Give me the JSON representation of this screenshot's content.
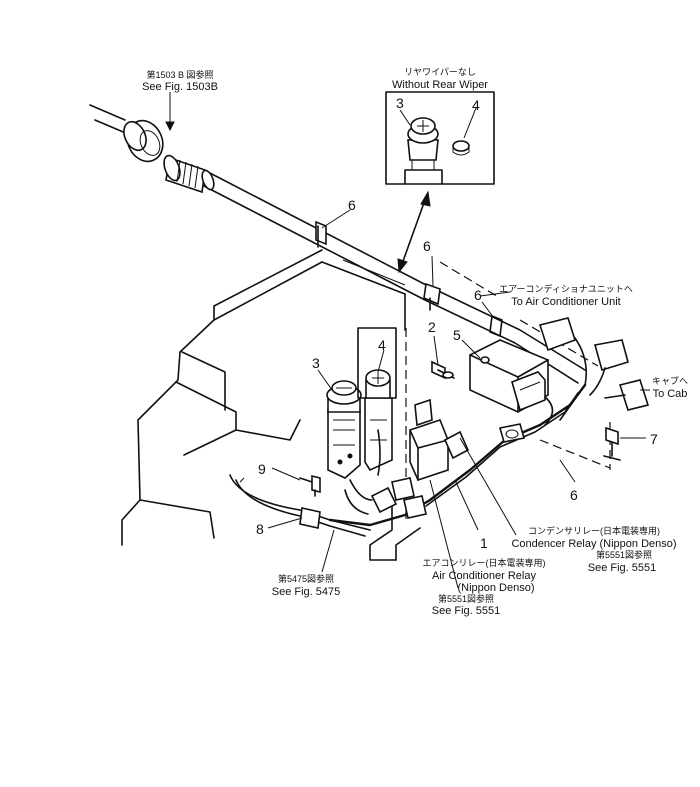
{
  "labels": {
    "fig1503_jp": "第1503 B 図参照",
    "fig1503_en": "See Fig. 1503B",
    "no_rear_wiper_jp": "リヤワイパーなし",
    "no_rear_wiper_en": "Without Rear Wiper",
    "ac_unit_jp": "エアーコンディショナユニットへ",
    "ac_unit_en": "To Air Conditioner Unit",
    "cab_jp": "キャブへ",
    "cab_en": "To Cab",
    "condenser_jp": "コンデンサリレー(日本電装専用)",
    "condenser_en": "Condencer Relay (Nippon Denso)",
    "fig5551a_jp": "第5551図参照",
    "fig5551a_en": "See Fig. 5551",
    "ac_relay_jp": "エアコンリレー(日本電装専用)",
    "ac_relay_en1": "Air Conditioner Relay",
    "ac_relay_en2": "(Nippon Denso)",
    "fig5551b_jp": "第5551図参照",
    "fig5551b_en": "See Fig. 5551",
    "fig5475_jp": "第5475図参照",
    "fig5475_en": "See Fig. 5475"
  },
  "part_numbers": {
    "inset_3": "3",
    "inset_4": "4",
    "clip_6a": "6",
    "clip_6b": "6",
    "clip_6c": "6",
    "clip_6d": "6",
    "bolt_2": "2",
    "relay_5": "5",
    "switch_3": "3",
    "switch_4": "4",
    "bolt_7": "7",
    "bolt_9": "9",
    "clamp_8": "8",
    "harness_1": "1"
  }
}
